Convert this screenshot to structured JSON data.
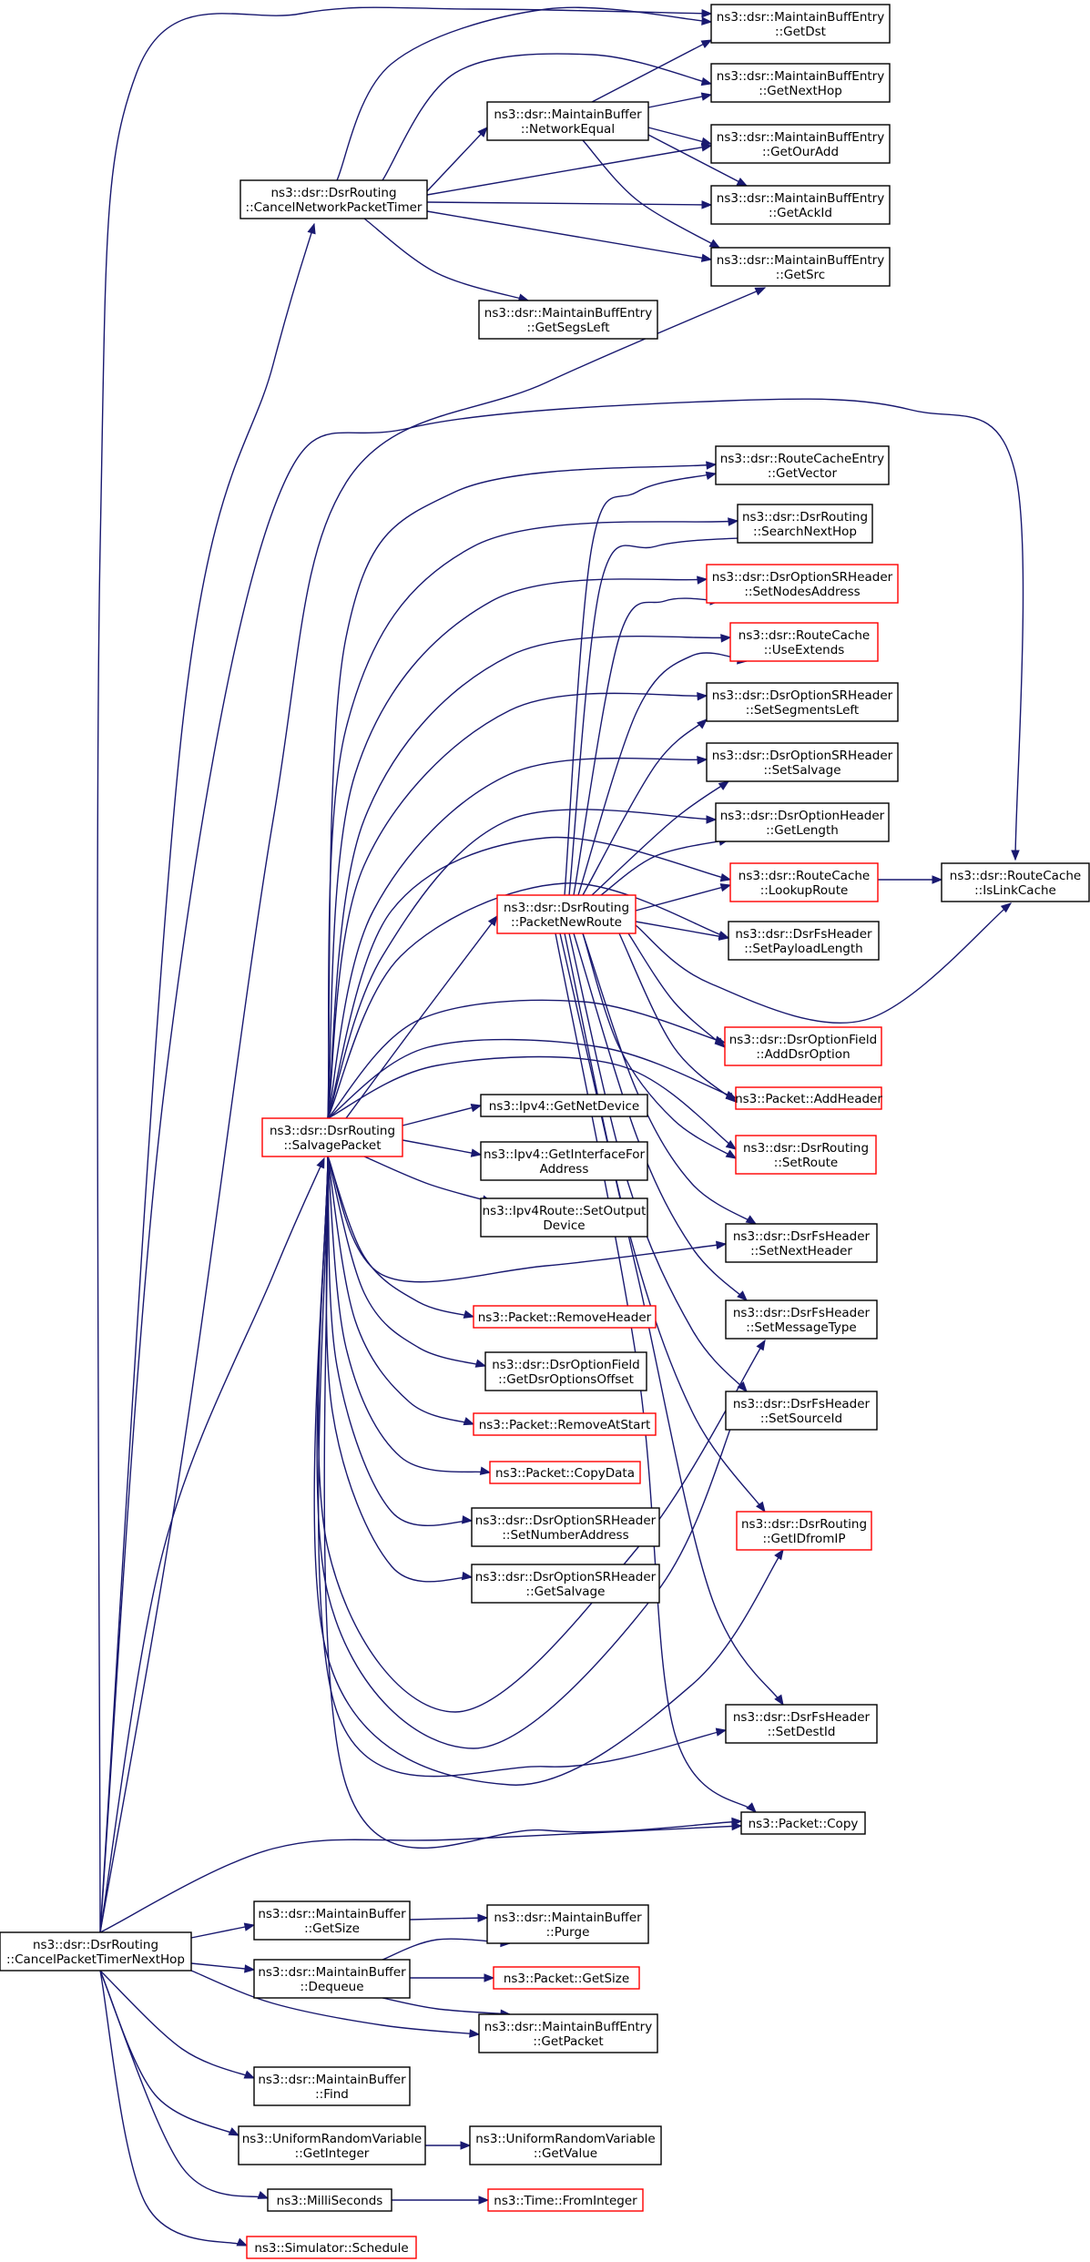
{
  "colors": {
    "edge": "#191970",
    "node_border": "#000000",
    "node_border_undocumented": "#ff0000",
    "node_fill": "#ffffff",
    "root_fill": "#bfbfbf"
  },
  "nodes": [
    {
      "id": "root",
      "lines": [
        "ns3::dsr::DsrRouting",
        "::CancelPacketTimerNextHop"
      ],
      "style": "root"
    },
    {
      "id": "cnpt",
      "lines": [
        "ns3::dsr::DsrRouting",
        "::CancelNetworkPacketTimer"
      ],
      "style": "normal"
    },
    {
      "id": "neq",
      "lines": [
        "ns3::dsr::MaintainBuffer",
        "::NetworkEqual"
      ],
      "style": "normal"
    },
    {
      "id": "getdst",
      "lines": [
        "ns3::dsr::MaintainBuffEntry",
        "::GetDst"
      ],
      "style": "normal"
    },
    {
      "id": "getnexthop",
      "lines": [
        "ns3::dsr::MaintainBuffEntry",
        "::GetNextHop"
      ],
      "style": "normal"
    },
    {
      "id": "getouradd",
      "lines": [
        "ns3::dsr::MaintainBuffEntry",
        "::GetOurAdd"
      ],
      "style": "normal"
    },
    {
      "id": "getackid",
      "lines": [
        "ns3::dsr::MaintainBuffEntry",
        "::GetAckId"
      ],
      "style": "normal"
    },
    {
      "id": "getsrc",
      "lines": [
        "ns3::dsr::MaintainBuffEntry",
        "::GetSrc"
      ],
      "style": "normal"
    },
    {
      "id": "getsegsleft",
      "lines": [
        "ns3::dsr::MaintainBuffEntry",
        "::GetSegsLeft"
      ],
      "style": "normal"
    },
    {
      "id": "getvector",
      "lines": [
        "ns3::dsr::RouteCacheEntry",
        "::GetVector"
      ],
      "style": "normal"
    },
    {
      "id": "searchnexthop",
      "lines": [
        "ns3::dsr::DsrRouting",
        "::SearchNextHop"
      ],
      "style": "normal"
    },
    {
      "id": "setnodesaddress",
      "lines": [
        "ns3::dsr::DsrOptionSRHeader",
        "::SetNodesAddress"
      ],
      "style": "red"
    },
    {
      "id": "useextends",
      "lines": [
        "ns3::dsr::RouteCache",
        "::UseExtends"
      ],
      "style": "red"
    },
    {
      "id": "setsegmentsleft",
      "lines": [
        "ns3::dsr::DsrOptionSRHeader",
        "::SetSegmentsLeft"
      ],
      "style": "normal"
    },
    {
      "id": "setsalvage",
      "lines": [
        "ns3::dsr::DsrOptionSRHeader",
        "::SetSalvage"
      ],
      "style": "normal"
    },
    {
      "id": "getlength",
      "lines": [
        "ns3::dsr::DsrOptionHeader",
        "::GetLength"
      ],
      "style": "normal"
    },
    {
      "id": "lookuproute",
      "lines": [
        "ns3::dsr::RouteCache",
        "::LookupRoute"
      ],
      "style": "red"
    },
    {
      "id": "islinkcache",
      "lines": [
        "ns3::dsr::RouteCache",
        "::IsLinkCache"
      ],
      "style": "normal"
    },
    {
      "id": "setpayloadlength",
      "lines": [
        "ns3::dsr::DsrFsHeader",
        "::SetPayloadLength"
      ],
      "style": "normal"
    },
    {
      "id": "packetnewroute",
      "lines": [
        "ns3::dsr::DsrRouting",
        "::PacketNewRoute"
      ],
      "style": "red"
    },
    {
      "id": "adddsroption",
      "lines": [
        "ns3::dsr::DsrOptionField",
        "::AddDsrOption"
      ],
      "style": "red"
    },
    {
      "id": "addheader",
      "lines": [
        "ns3::Packet::AddHeader"
      ],
      "style": "red"
    },
    {
      "id": "setroute",
      "lines": [
        "ns3::dsr::DsrRouting",
        "::SetRoute"
      ],
      "style": "red"
    },
    {
      "id": "salvagepacket",
      "lines": [
        "ns3::dsr::DsrRouting",
        "::SalvagePacket"
      ],
      "style": "red"
    },
    {
      "id": "getnetdevice",
      "lines": [
        "ns3::Ipv4::GetNetDevice"
      ],
      "style": "normal"
    },
    {
      "id": "getinterfacefor",
      "lines": [
        "ns3::Ipv4::GetInterfaceFor",
        "Address"
      ],
      "style": "normal"
    },
    {
      "id": "setoutput",
      "lines": [
        "ns3::Ipv4Route::SetOutput",
        "Device"
      ],
      "style": "normal"
    },
    {
      "id": "setnextheader",
      "lines": [
        "ns3::dsr::DsrFsHeader",
        "::SetNextHeader"
      ],
      "style": "normal"
    },
    {
      "id": "removeheader",
      "lines": [
        "ns3::Packet::RemoveHeader"
      ],
      "style": "red"
    },
    {
      "id": "setmessagetype",
      "lines": [
        "ns3::dsr::DsrFsHeader",
        "::SetMessageType"
      ],
      "style": "normal"
    },
    {
      "id": "getdsroptionsoffset",
      "lines": [
        "ns3::dsr::DsrOptionField",
        "::GetDsrOptionsOffset"
      ],
      "style": "normal"
    },
    {
      "id": "removeatstart",
      "lines": [
        "ns3::Packet::RemoveAtStart"
      ],
      "style": "red"
    },
    {
      "id": "setsourceid",
      "lines": [
        "ns3::dsr::DsrFsHeader",
        "::SetSourceId"
      ],
      "style": "normal"
    },
    {
      "id": "copydata",
      "lines": [
        "ns3::Packet::CopyData"
      ],
      "style": "red"
    },
    {
      "id": "setnumberaddress",
      "lines": [
        "ns3::dsr::DsrOptionSRHeader",
        "::SetNumberAddress"
      ],
      "style": "normal"
    },
    {
      "id": "getidfromip",
      "lines": [
        "ns3::dsr::DsrRouting",
        "::GetIDfromIP"
      ],
      "style": "red"
    },
    {
      "id": "getsalvage",
      "lines": [
        "ns3::dsr::DsrOptionSRHeader",
        "::GetSalvage"
      ],
      "style": "normal"
    },
    {
      "id": "setdestid",
      "lines": [
        "ns3::dsr::DsrFsHeader",
        "::SetDestId"
      ],
      "style": "normal"
    },
    {
      "id": "packetcopy",
      "lines": [
        "ns3::Packet::Copy"
      ],
      "style": "normal"
    },
    {
      "id": "mb_getsize",
      "lines": [
        "ns3::dsr::MaintainBuffer",
        "::GetSize"
      ],
      "style": "normal"
    },
    {
      "id": "purge",
      "lines": [
        "ns3::dsr::MaintainBuffer",
        "::Purge"
      ],
      "style": "normal"
    },
    {
      "id": "dequeue",
      "lines": [
        "ns3::dsr::MaintainBuffer",
        "::Dequeue"
      ],
      "style": "normal"
    },
    {
      "id": "p_getsize",
      "lines": [
        "ns3::Packet::GetSize"
      ],
      "style": "red"
    },
    {
      "id": "getpacket",
      "lines": [
        "ns3::dsr::MaintainBuffEntry",
        "::GetPacket"
      ],
      "style": "normal"
    },
    {
      "id": "find",
      "lines": [
        "ns3::dsr::MaintainBuffer",
        "::Find"
      ],
      "style": "normal"
    },
    {
      "id": "getinteger",
      "lines": [
        "ns3::UniformRandomVariable",
        "::GetInteger"
      ],
      "style": "normal"
    },
    {
      "id": "getvalue",
      "lines": [
        "ns3::UniformRandomVariable",
        "::GetValue"
      ],
      "style": "normal"
    },
    {
      "id": "milliseconds",
      "lines": [
        "ns3::MilliSeconds"
      ],
      "style": "normal"
    },
    {
      "id": "frominteger",
      "lines": [
        "ns3::Time::FromInteger"
      ],
      "style": "red"
    },
    {
      "id": "schedule",
      "lines": [
        "ns3::Simulator::Schedule"
      ],
      "style": "red"
    }
  ]
}
